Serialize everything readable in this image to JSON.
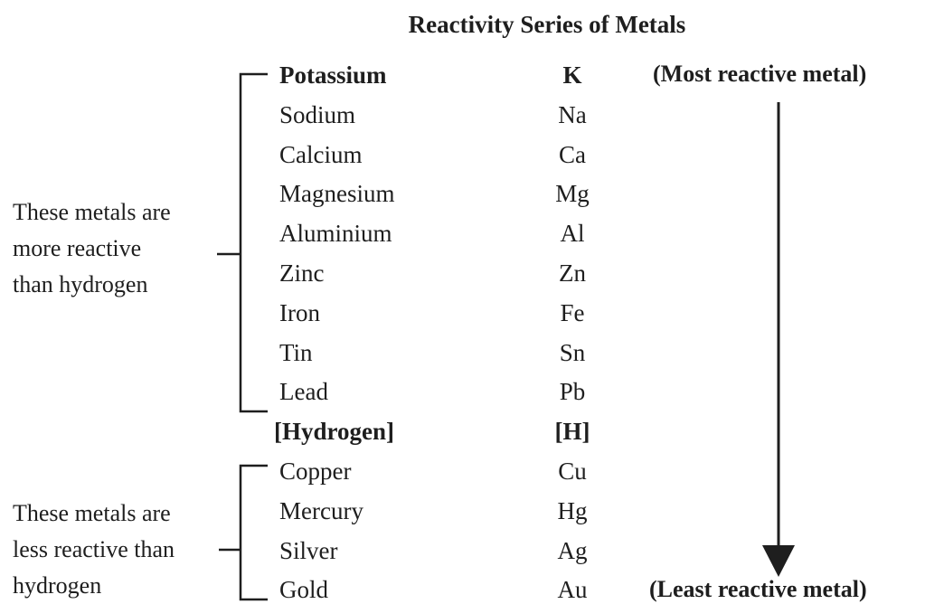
{
  "title": "Reactivity Series of Metals",
  "metals": [
    {
      "name": "Potassium",
      "symbol": "K",
      "bold": true
    },
    {
      "name": "Sodium",
      "symbol": "Na",
      "bold": false
    },
    {
      "name": "Calcium",
      "symbol": "Ca",
      "bold": false
    },
    {
      "name": "Magnesium",
      "symbol": "Mg",
      "bold": false
    },
    {
      "name": "Aluminium",
      "symbol": "Al",
      "bold": false
    },
    {
      "name": "Zinc",
      "symbol": "Zn",
      "bold": false
    },
    {
      "name": "Iron",
      "symbol": "Fe",
      "bold": false
    },
    {
      "name": "Tin",
      "symbol": "Sn",
      "bold": false
    },
    {
      "name": "Lead",
      "symbol": "Pb",
      "bold": false
    },
    {
      "name": "[Hydrogen]",
      "symbol": "[H]",
      "bold": true
    },
    {
      "name": "Copper",
      "symbol": "Cu",
      "bold": false
    },
    {
      "name": "Mercury",
      "symbol": "Hg",
      "bold": false
    },
    {
      "name": "Silver",
      "symbol": "Ag",
      "bold": false
    },
    {
      "name": "Gold",
      "symbol": "Au",
      "bold": false
    }
  ],
  "more_reactive_label": [
    "These metals are",
    "more reactive",
    "than hydrogen"
  ],
  "less_reactive_label": [
    "These metals are",
    "less reactive than",
    "hydrogen"
  ],
  "most_reactive_label": "(Most reactive metal)",
  "least_reactive_label": "(Least reactive metal)"
}
